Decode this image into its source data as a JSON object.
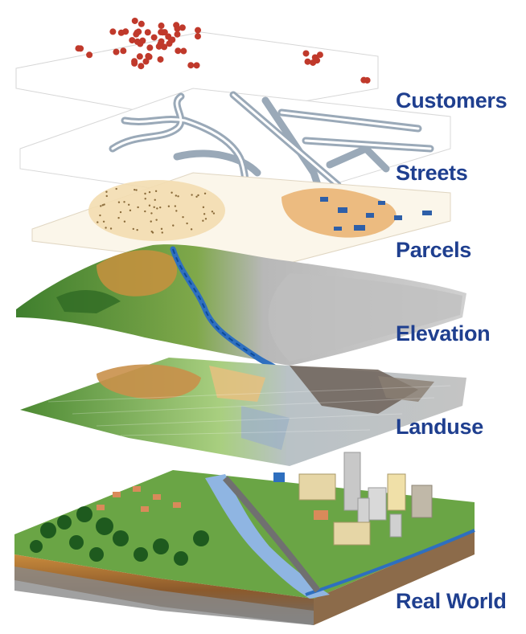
{
  "layers": [
    {
      "id": "customers",
      "label": "Customers"
    },
    {
      "id": "streets",
      "label": "Streets"
    },
    {
      "id": "parcels",
      "label": "Parcels"
    },
    {
      "id": "elevation",
      "label": "Elevation"
    },
    {
      "id": "landuse",
      "label": "Landuse"
    },
    {
      "id": "real-world",
      "label": "Real World"
    }
  ],
  "colors": {
    "label": "#1f3f8f",
    "customer_dot": "#c0392b",
    "street": "#9aa9b8",
    "parcel_tan": "#f3ddb0",
    "parcel_orange": "#e9b06d",
    "grass_dark": "#3d7a2c",
    "grass_light": "#8fbf55",
    "soil": "#c9904a",
    "rock": "#9b9b9b",
    "water": "#2e6fbf"
  }
}
